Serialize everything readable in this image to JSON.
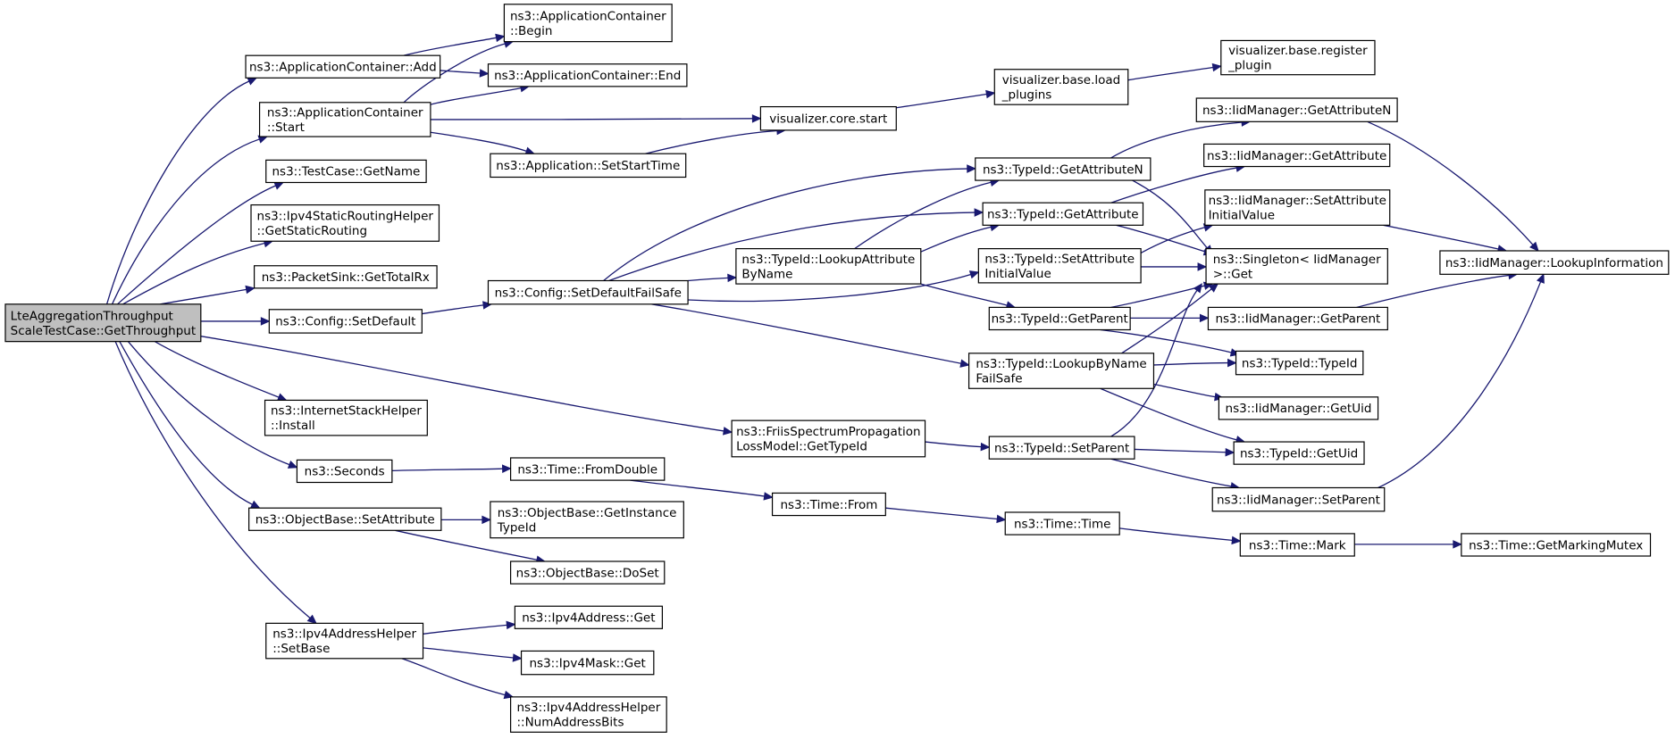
{
  "diagram": {
    "nodes": [
      {
        "id": "root",
        "lines": [
          "LteAggregationThroughput",
          "ScaleTestCase::GetThroughput"
        ],
        "root": true
      },
      {
        "id": "appAdd",
        "lines": [
          "ns3::ApplicationContainer::Add"
        ]
      },
      {
        "id": "appBegin",
        "lines": [
          "ns3::ApplicationContainer",
          "::Begin"
        ]
      },
      {
        "id": "appEnd",
        "lines": [
          "ns3::ApplicationContainer::End"
        ]
      },
      {
        "id": "appStart",
        "lines": [
          "ns3::ApplicationContainer",
          "::Start"
        ]
      },
      {
        "id": "vizStart",
        "lines": [
          "visualizer.core.start"
        ]
      },
      {
        "id": "vizLoad",
        "lines": [
          "visualizer.base.load",
          "_plugins"
        ]
      },
      {
        "id": "vizReg",
        "lines": [
          "visualizer.base.register",
          "_plugin"
        ]
      },
      {
        "id": "appSetStart",
        "lines": [
          "ns3::Application::SetStartTime"
        ]
      },
      {
        "id": "testGetName",
        "lines": [
          "ns3::TestCase::GetName"
        ]
      },
      {
        "id": "ipv4Static",
        "lines": [
          "ns3::Ipv4StaticRoutingHelper",
          "::GetStaticRouting"
        ]
      },
      {
        "id": "sinkRx",
        "lines": [
          "ns3::PacketSink::GetTotalRx"
        ]
      },
      {
        "id": "cfgDefault",
        "lines": [
          "ns3::Config::SetDefault"
        ]
      },
      {
        "id": "cfgFailSafe",
        "lines": [
          "ns3::Config::SetDefaultFailSafe"
        ]
      },
      {
        "id": "tidAttrN",
        "lines": [
          "ns3::TypeId::GetAttributeN"
        ]
      },
      {
        "id": "tidAttr",
        "lines": [
          "ns3::TypeId::GetAttribute"
        ]
      },
      {
        "id": "tidLookupAttr",
        "lines": [
          "ns3::TypeId::LookupAttribute",
          "ByName"
        ]
      },
      {
        "id": "tidSetInit",
        "lines": [
          "ns3::TypeId::SetAttribute",
          "InitialValue"
        ]
      },
      {
        "id": "tidGetParent",
        "lines": [
          "ns3::TypeId::GetParent"
        ]
      },
      {
        "id": "tidLookupName",
        "lines": [
          "ns3::TypeId::LookupByName",
          "FailSafe"
        ]
      },
      {
        "id": "iidAttrN",
        "lines": [
          "ns3::IidManager::GetAttributeN"
        ]
      },
      {
        "id": "iidAttr",
        "lines": [
          "ns3::IidManager::GetAttribute"
        ]
      },
      {
        "id": "iidSetInit",
        "lines": [
          "ns3::IidManager::SetAttribute",
          "InitialValue"
        ]
      },
      {
        "id": "singleton",
        "lines": [
          "ns3::Singleton< IidManager",
          ">::Get"
        ]
      },
      {
        "id": "iidLookup",
        "lines": [
          "ns3::IidManager::LookupInformation"
        ]
      },
      {
        "id": "iidGetParent",
        "lines": [
          "ns3::IidManager::GetParent"
        ]
      },
      {
        "id": "tidTypeId",
        "lines": [
          "ns3::TypeId::TypeId"
        ]
      },
      {
        "id": "iidGetUid",
        "lines": [
          "ns3::IidManager::GetUid"
        ]
      },
      {
        "id": "tidGetUid",
        "lines": [
          "ns3::TypeId::GetUid"
        ]
      },
      {
        "id": "iidSetParent",
        "lines": [
          "ns3::IidManager::SetParent"
        ]
      },
      {
        "id": "tidSetParent",
        "lines": [
          "ns3::TypeId::SetParent"
        ]
      },
      {
        "id": "friis",
        "lines": [
          "ns3::FriisSpectrumPropagation",
          "LossModel::GetTypeId"
        ]
      },
      {
        "id": "inetInstall",
        "lines": [
          "ns3::InternetStackHelper",
          "::Install"
        ]
      },
      {
        "id": "seconds",
        "lines": [
          "ns3::Seconds"
        ]
      },
      {
        "id": "timeFromDouble",
        "lines": [
          "ns3::Time::FromDouble"
        ]
      },
      {
        "id": "timeFrom",
        "lines": [
          "ns3::Time::From"
        ]
      },
      {
        "id": "timeTime",
        "lines": [
          "ns3::Time::Time"
        ]
      },
      {
        "id": "timeMark",
        "lines": [
          "ns3::Time::Mark"
        ]
      },
      {
        "id": "timeMutex",
        "lines": [
          "ns3::Time::GetMarkingMutex"
        ]
      },
      {
        "id": "objSetAttr",
        "lines": [
          "ns3::ObjectBase::SetAttribute"
        ]
      },
      {
        "id": "objGetInst",
        "lines": [
          "ns3::ObjectBase::GetInstance",
          "TypeId"
        ]
      },
      {
        "id": "objDoSet",
        "lines": [
          "ns3::ObjectBase::DoSet"
        ]
      },
      {
        "id": "ipv4Helper",
        "lines": [
          "ns3::Ipv4AddressHelper",
          "::SetBase"
        ]
      },
      {
        "id": "ipv4Get",
        "lines": [
          "ns3::Ipv4Address::Get"
        ]
      },
      {
        "id": "maskGet",
        "lines": [
          "ns3::Ipv4Mask::Get"
        ]
      },
      {
        "id": "numBits",
        "lines": [
          "ns3::Ipv4AddressHelper",
          "::NumAddressBits"
        ]
      }
    ],
    "edges": [
      [
        "root",
        "appAdd"
      ],
      [
        "root",
        "appStart"
      ],
      [
        "root",
        "testGetName"
      ],
      [
        "root",
        "ipv4Static"
      ],
      [
        "root",
        "sinkRx"
      ],
      [
        "root",
        "cfgDefault"
      ],
      [
        "root",
        "friis"
      ],
      [
        "root",
        "inetInstall"
      ],
      [
        "root",
        "seconds"
      ],
      [
        "root",
        "objSetAttr"
      ],
      [
        "root",
        "ipv4Helper"
      ],
      [
        "appAdd",
        "appBegin"
      ],
      [
        "appAdd",
        "appEnd"
      ],
      [
        "appStart",
        "appBegin"
      ],
      [
        "appStart",
        "appEnd"
      ],
      [
        "appStart",
        "vizStart"
      ],
      [
        "appStart",
        "appSetStart"
      ],
      [
        "appSetStart",
        "vizStart"
      ],
      [
        "vizStart",
        "vizLoad"
      ],
      [
        "vizLoad",
        "vizReg"
      ],
      [
        "cfgDefault",
        "cfgFailSafe"
      ],
      [
        "cfgFailSafe",
        "tidAttrN"
      ],
      [
        "cfgFailSafe",
        "tidAttr"
      ],
      [
        "cfgFailSafe",
        "tidLookupAttr"
      ],
      [
        "cfgFailSafe",
        "tidSetInit"
      ],
      [
        "cfgFailSafe",
        "tidLookupName"
      ],
      [
        "tidLookupAttr",
        "tidAttrN"
      ],
      [
        "tidLookupAttr",
        "tidAttr"
      ],
      [
        "tidLookupAttr",
        "tidGetParent"
      ],
      [
        "tidAttrN",
        "iidAttrN"
      ],
      [
        "tidAttrN",
        "singleton"
      ],
      [
        "tidAttr",
        "iidAttr"
      ],
      [
        "tidAttr",
        "singleton"
      ],
      [
        "tidSetInit",
        "iidSetInit"
      ],
      [
        "tidSetInit",
        "singleton"
      ],
      [
        "tidGetParent",
        "singleton"
      ],
      [
        "tidGetParent",
        "iidGetParent"
      ],
      [
        "tidGetParent",
        "tidTypeId"
      ],
      [
        "tidLookupName",
        "singleton"
      ],
      [
        "tidLookupName",
        "tidTypeId"
      ],
      [
        "tidLookupName",
        "iidGetUid"
      ],
      [
        "tidLookupName",
        "tidGetUid"
      ],
      [
        "iidAttrN",
        "iidLookup"
      ],
      [
        "iidSetInit",
        "iidLookup"
      ],
      [
        "iidGetParent",
        "iidLookup"
      ],
      [
        "iidSetParent",
        "iidLookup"
      ],
      [
        "friis",
        "tidSetParent"
      ],
      [
        "tidSetParent",
        "singleton"
      ],
      [
        "tidSetParent",
        "tidGetUid"
      ],
      [
        "tidSetParent",
        "iidSetParent"
      ],
      [
        "seconds",
        "timeFromDouble"
      ],
      [
        "timeFromDouble",
        "timeFrom"
      ],
      [
        "timeFrom",
        "timeTime"
      ],
      [
        "timeTime",
        "timeMark"
      ],
      [
        "timeMark",
        "timeMutex"
      ],
      [
        "objSetAttr",
        "objGetInst"
      ],
      [
        "objSetAttr",
        "objDoSet"
      ],
      [
        "ipv4Helper",
        "ipv4Get"
      ],
      [
        "ipv4Helper",
        "maskGet"
      ],
      [
        "ipv4Helper",
        "numBits"
      ]
    ]
  }
}
